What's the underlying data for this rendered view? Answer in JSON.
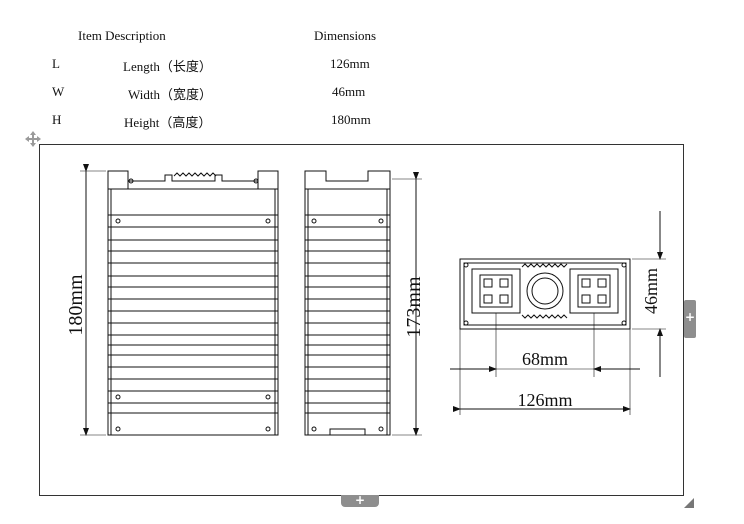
{
  "spec_table": {
    "header": {
      "item": "Item Description",
      "dimensions": "Dimensions"
    },
    "rows": [
      {
        "code": "L",
        "description": "Length（长度）",
        "value": "126mm"
      },
      {
        "code": "W",
        "description": "Width（宽度）",
        "value": "46mm"
      },
      {
        "code": "H",
        "description": "Height（高度）",
        "value": "180mm"
      }
    ]
  },
  "drawing": {
    "front_height_label": "180mm",
    "side_height_label": "173mm",
    "top_width_label": "46mm",
    "top_inner_label": "68mm",
    "top_length_label": "126mm"
  },
  "controls": {
    "expand_right_glyph": "+",
    "expand_bottom_glyph": "+"
  },
  "icons": {
    "move": "move-icon",
    "resize": "resize-icon"
  }
}
